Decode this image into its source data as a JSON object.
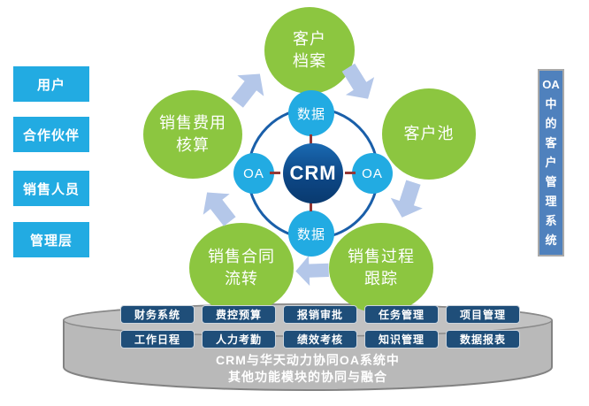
{
  "left_panel": {
    "items": [
      "用户",
      "合作伙伴",
      "销售人员",
      "管理层"
    ]
  },
  "hub": {
    "center_label": "CRM",
    "data_top": "数据",
    "data_bottom": "数据",
    "oa_left": "OA",
    "oa_right": "OA"
  },
  "modules": {
    "customer_archive": {
      "line1": "客户",
      "line2": "档案"
    },
    "customer_pool": {
      "line1": "客户池",
      "line2": ""
    },
    "sales_expense": {
      "line1": "销售费用",
      "line2": "核算"
    },
    "sales_contract": {
      "line1": "销售合同",
      "line2": "流转"
    },
    "sales_process": {
      "line1": "销售过程",
      "line2": "跟踪"
    }
  },
  "right_banner": {
    "chars": [
      "OA",
      "中",
      "的",
      "客",
      "户",
      "管",
      "理",
      "系",
      "统"
    ]
  },
  "platform": {
    "rows": [
      [
        "财务系统",
        "费控预算",
        "报销审批",
        "任务管理",
        "项目管理"
      ],
      [
        "工作日程",
        "人力考勤",
        "绩效考核",
        "知识管理",
        "数据报表"
      ]
    ],
    "caption": {
      "line1": "CRM与华天动力协同OA系统中",
      "line2": "其他功能模块的协同与融合"
    }
  },
  "colors": {
    "cyan": "#22abe2",
    "green": "#8cc640",
    "navy_box": "#1f4e79",
    "crm_gradient_top": "#1a6ab2",
    "crm_gradient_bottom": "#093a6f",
    "ring": "#1a5fa9",
    "arrow": "#b4c7e9",
    "connector_dash": "#953735",
    "banner_blue": "#4f81bd",
    "cylinder_gray": "#b9b9b9"
  }
}
